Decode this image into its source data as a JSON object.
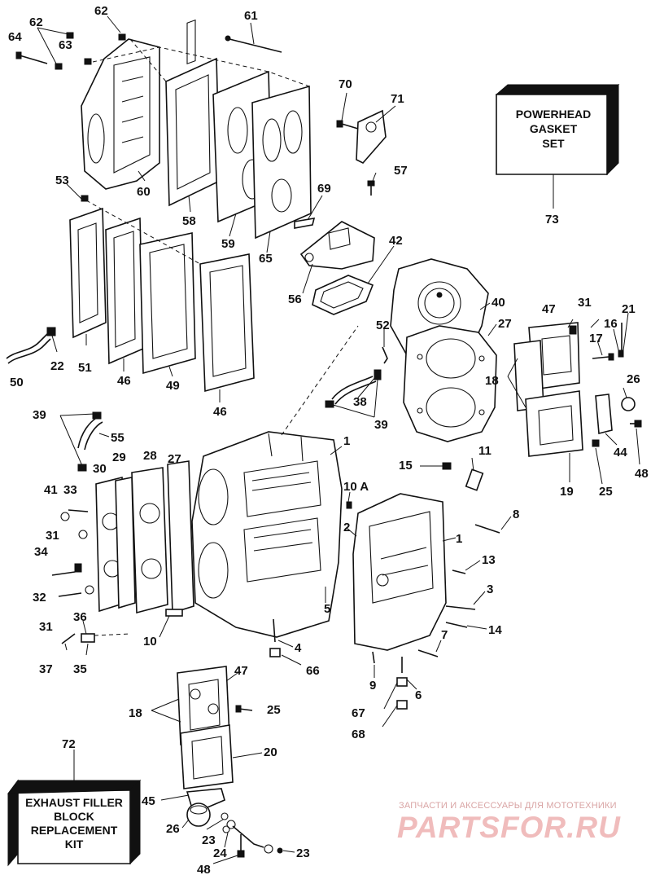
{
  "callouts": {
    "c1": "1",
    "c2": "2",
    "c3": "3",
    "c4": "4",
    "c5": "5",
    "c6": "6",
    "c7": "7",
    "c8": "8",
    "c9": "9",
    "c10": "10",
    "c10a": "10 A",
    "c11": "11",
    "c13": "13",
    "c14": "14",
    "c15": "15",
    "c16": "16",
    "c17": "17",
    "c18": "18",
    "c19": "19",
    "c20": "20",
    "c21": "21",
    "c22": "22",
    "c23": "23",
    "c24": "24",
    "c25": "25",
    "c26": "26",
    "c27": "27",
    "c28": "28",
    "c29": "29",
    "c30": "30",
    "c31": "31",
    "c32": "32",
    "c33": "33",
    "c34": "34",
    "c35": "35",
    "c36": "36",
    "c37": "37",
    "c38": "38",
    "c39": "39",
    "c40": "40",
    "c41": "41",
    "c42": "42",
    "c44": "44",
    "c45": "45",
    "c46": "46",
    "c47": "47",
    "c48": "48",
    "c49": "49",
    "c50": "50",
    "c51": "51",
    "c52": "52",
    "c53": "53",
    "c55": "55",
    "c56": "56",
    "c57": "57",
    "c58": "58",
    "c59": "59",
    "c60": "60",
    "c61": "61",
    "c62": "62",
    "c63": "63",
    "c64": "64",
    "c65": "65",
    "c66": "66",
    "c67": "67",
    "c68": "68",
    "c69": "69",
    "c70": "70",
    "c71": "71",
    "c72": "72",
    "c73": "73"
  },
  "boxes": {
    "gasket_set": {
      "line1": "POWERHEAD",
      "line2": "GASKET",
      "line3": "SET"
    },
    "exhaust_kit": {
      "line1": "EXHAUST FILLER",
      "line2": "BLOCK",
      "line3": "REPLACEMENT",
      "line4": "KIT"
    }
  },
  "watermark": {
    "tagline": "ЗАПЧАСТИ И АКСЕССУАРЫ ДЛЯ МОТОТЕХНИКИ",
    "brand": "PARTSFOR.RU"
  },
  "colors": {
    "ink": "#111111",
    "background": "#ffffff",
    "watermark": "#f0bcbc"
  }
}
